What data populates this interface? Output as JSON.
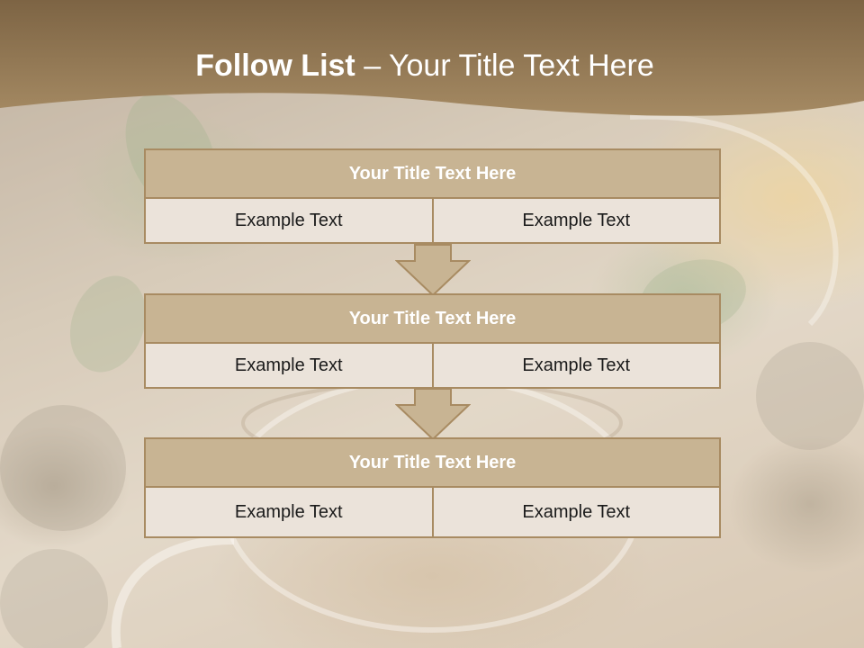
{
  "slide": {
    "title_bold": "Follow List",
    "title_rest": " – Your Title Text Here"
  },
  "blocks": [
    {
      "title": "Your Title Text Here",
      "left": "Example Text",
      "right": "Example Text"
    },
    {
      "title": "Your Title Text Here",
      "left": "Example Text",
      "right": "Example Text"
    },
    {
      "title": "Your Title Text Here",
      "left": "Example Text",
      "right": "Example Text"
    }
  ],
  "colors": {
    "header_band": "#8f7754",
    "block_title_fill": "#c8b493",
    "block_border": "#a88b62",
    "cell_fill": "#ebe3da",
    "arrow_fill": "#c8b493"
  }
}
